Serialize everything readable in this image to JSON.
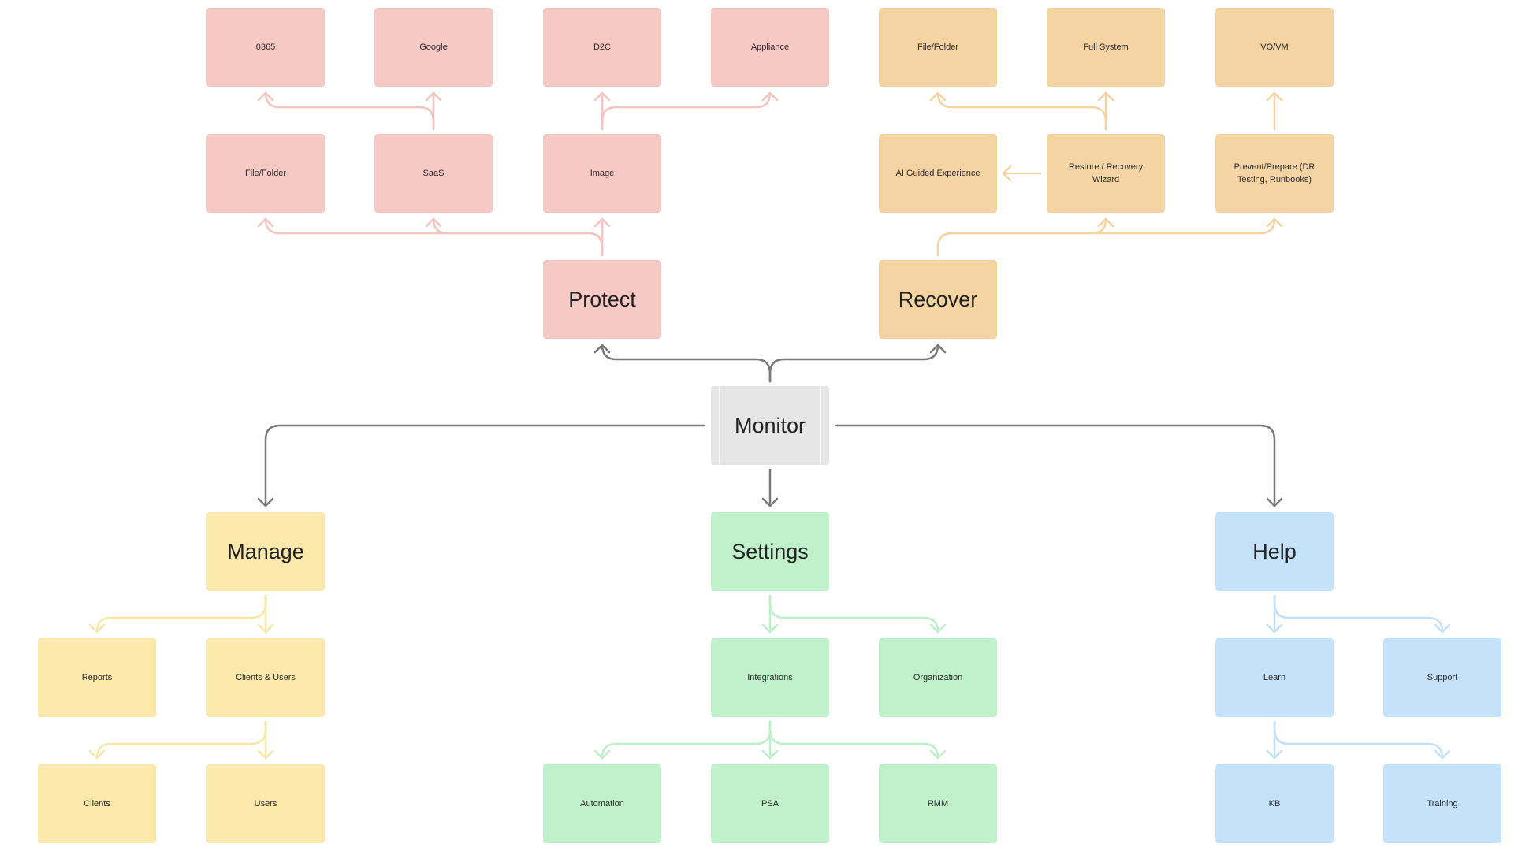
{
  "diagram": {
    "root": {
      "id": "monitor",
      "label": "Monitor",
      "group": "monitor"
    },
    "nodes": [
      {
        "id": "protect",
        "label": "Protect",
        "group": "protect",
        "major": true
      },
      {
        "id": "recover",
        "label": "Recover",
        "group": "recover",
        "major": true
      },
      {
        "id": "manage",
        "label": "Manage",
        "group": "manage",
        "major": true
      },
      {
        "id": "settings",
        "label": "Settings",
        "group": "settings",
        "major": true
      },
      {
        "id": "help",
        "label": "Help",
        "group": "help",
        "major": true
      },
      {
        "id": "p-filefolder",
        "label": "File/Folder",
        "group": "protect"
      },
      {
        "id": "p-saas",
        "label": "SaaS",
        "group": "protect"
      },
      {
        "id": "p-image",
        "label": "Image",
        "group": "protect"
      },
      {
        "id": "p-o365",
        "label": "0365",
        "group": "protect"
      },
      {
        "id": "p-google",
        "label": "Google",
        "group": "protect"
      },
      {
        "id": "p-d2c",
        "label": "D2C",
        "group": "protect"
      },
      {
        "id": "p-appliance",
        "label": "Appliance",
        "group": "protect"
      },
      {
        "id": "r-ai",
        "label": "AI Guided Experience",
        "group": "recover"
      },
      {
        "id": "r-wizard",
        "label": "Restore / Recovery Wizard",
        "group": "recover"
      },
      {
        "id": "r-prevent",
        "label": "Prevent/Prepare (DR Testing, Runbooks)",
        "group": "recover"
      },
      {
        "id": "r-filefolder",
        "label": "File/Folder",
        "group": "recover"
      },
      {
        "id": "r-fullsystem",
        "label": "Full System",
        "group": "recover"
      },
      {
        "id": "r-vovm",
        "label": "VO/VM",
        "group": "recover"
      },
      {
        "id": "m-reports",
        "label": "Reports",
        "group": "manage"
      },
      {
        "id": "m-clientsusers",
        "label": "Clients & Users",
        "group": "manage"
      },
      {
        "id": "m-clients",
        "label": "Clients",
        "group": "manage"
      },
      {
        "id": "m-users",
        "label": "Users",
        "group": "manage"
      },
      {
        "id": "s-integrations",
        "label": "Integrations",
        "group": "settings"
      },
      {
        "id": "s-organization",
        "label": "Organization",
        "group": "settings"
      },
      {
        "id": "s-automation",
        "label": "Automation",
        "group": "settings"
      },
      {
        "id": "s-psa",
        "label": "PSA",
        "group": "settings"
      },
      {
        "id": "s-rmm",
        "label": "RMM",
        "group": "settings"
      },
      {
        "id": "h-learn",
        "label": "Learn",
        "group": "help"
      },
      {
        "id": "h-support",
        "label": "Support",
        "group": "help"
      },
      {
        "id": "h-kb",
        "label": "KB",
        "group": "help"
      },
      {
        "id": "h-training",
        "label": "Training",
        "group": "help"
      }
    ],
    "edges": [
      {
        "from": "monitor",
        "to": "protect"
      },
      {
        "from": "monitor",
        "to": "recover"
      },
      {
        "from": "monitor",
        "to": "manage"
      },
      {
        "from": "monitor",
        "to": "settings"
      },
      {
        "from": "monitor",
        "to": "help"
      },
      {
        "from": "protect",
        "to": "p-filefolder"
      },
      {
        "from": "protect",
        "to": "p-saas"
      },
      {
        "from": "protect",
        "to": "p-image"
      },
      {
        "from": "p-saas",
        "to": "p-o365"
      },
      {
        "from": "p-saas",
        "to": "p-google"
      },
      {
        "from": "p-image",
        "to": "p-d2c"
      },
      {
        "from": "p-image",
        "to": "p-appliance"
      },
      {
        "from": "recover",
        "to": "r-wizard"
      },
      {
        "from": "recover",
        "to": "r-prevent"
      },
      {
        "from": "r-wizard",
        "to": "r-ai"
      },
      {
        "from": "r-wizard",
        "to": "r-filefolder"
      },
      {
        "from": "r-wizard",
        "to": "r-fullsystem"
      },
      {
        "from": "r-prevent",
        "to": "r-vovm"
      },
      {
        "from": "manage",
        "to": "m-reports"
      },
      {
        "from": "manage",
        "to": "m-clientsusers"
      },
      {
        "from": "m-clientsusers",
        "to": "m-clients"
      },
      {
        "from": "m-clientsusers",
        "to": "m-users"
      },
      {
        "from": "settings",
        "to": "s-integrations"
      },
      {
        "from": "settings",
        "to": "s-organization"
      },
      {
        "from": "s-integrations",
        "to": "s-automation"
      },
      {
        "from": "s-integrations",
        "to": "s-psa"
      },
      {
        "from": "s-integrations",
        "to": "s-rmm"
      },
      {
        "from": "help",
        "to": "h-learn"
      },
      {
        "from": "help",
        "to": "h-support"
      },
      {
        "from": "h-learn",
        "to": "h-kb"
      },
      {
        "from": "h-learn",
        "to": "h-training"
      }
    ],
    "colors": {
      "monitor": "#e6e6e6",
      "protect": "#f6c9c5",
      "recover": "#f5d4a4",
      "manage": "#fbe8ab",
      "settings": "#c0f1cb",
      "help": "#c5e2fb",
      "root_connector": "#7a7a7a",
      "protect_connector": "#f4c4c0",
      "recover_connector": "#f6d3a3",
      "manage_connector": "#fae7a8",
      "settings_connector": "#bdf0c8",
      "help_connector": "#c2e0fa"
    }
  }
}
